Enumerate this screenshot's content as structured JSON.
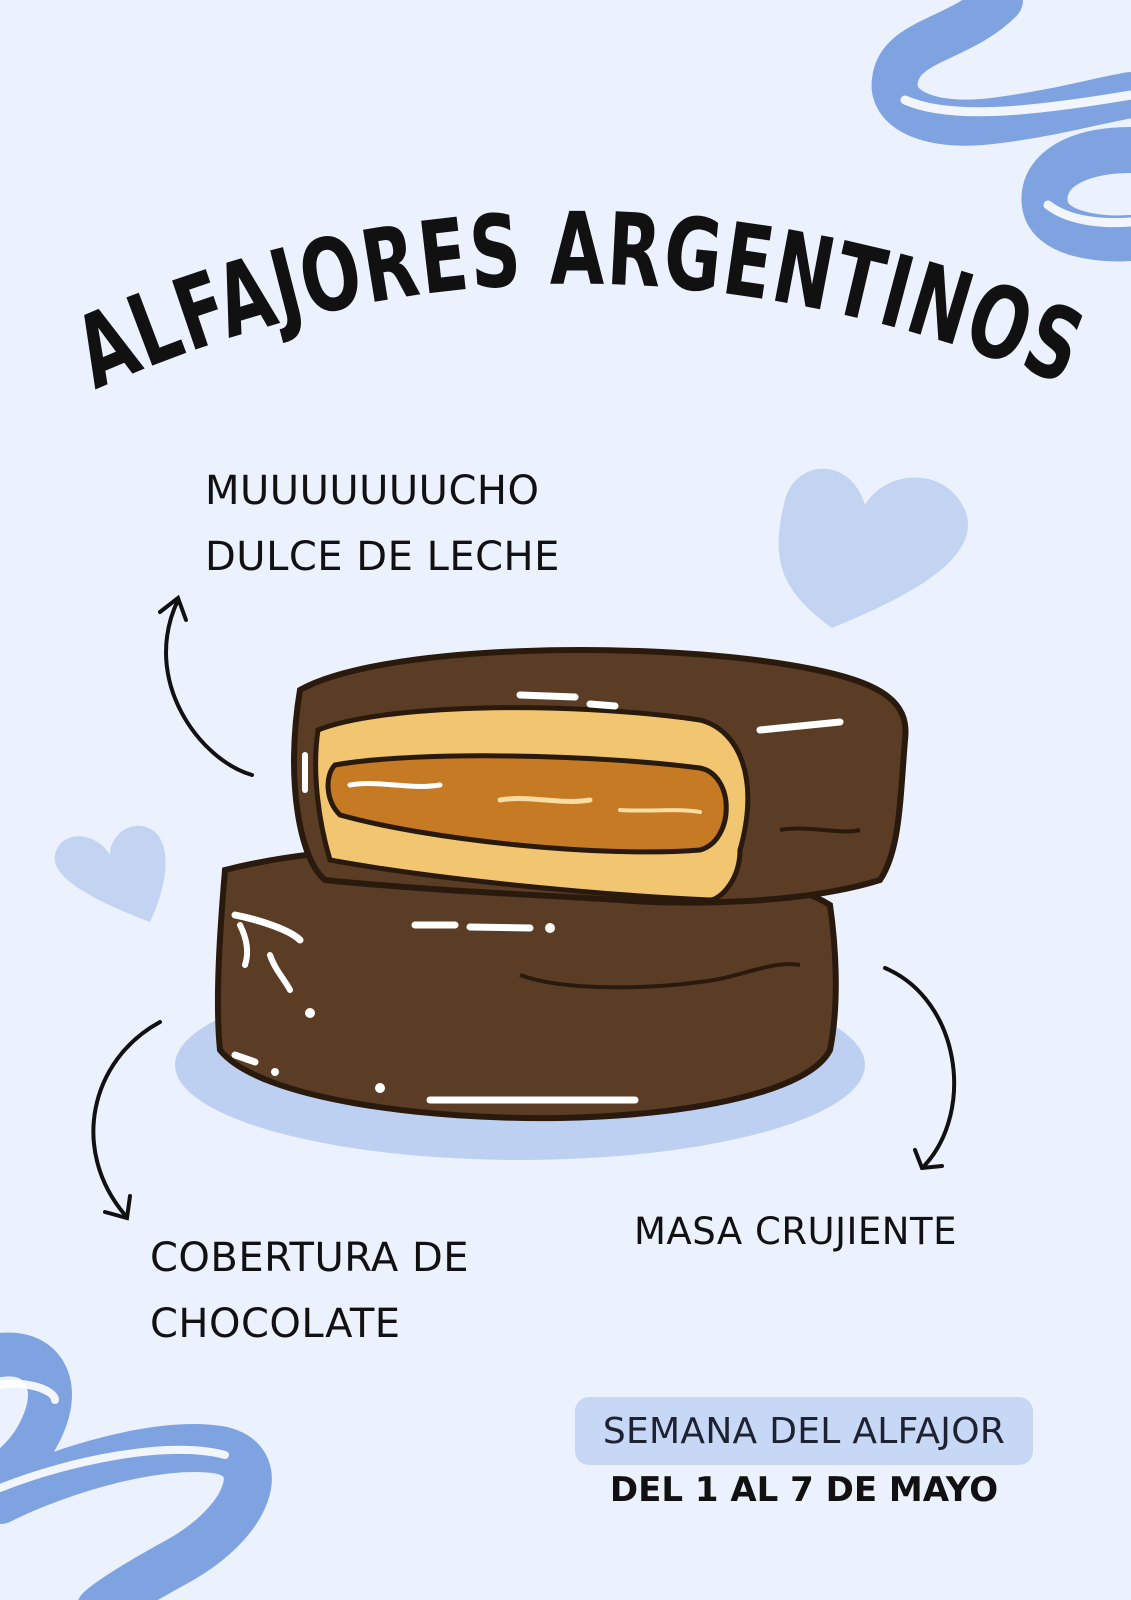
{
  "title": "ALFAJORES ARGENTINOS",
  "labels": {
    "dulce": [
      "MUUUUUUUCHO",
      "DULCE DE LECHE"
    ],
    "cobertura": [
      "COBERTURA DE",
      "CHOCOLATE"
    ],
    "masa": "MASA CRUJIENTE"
  },
  "event": {
    "name": "SEMANA DEL ALFAJOR",
    "dates": "DEL 1 AL 7 DE MAYO"
  },
  "colors": {
    "background": "#ebf1fd",
    "ribbon": "#7fa3e0",
    "heart": "#c3d4f2",
    "chocolate": "#5b3d26",
    "cookie": "#f2c570",
    "dulce_de_leche": "#c67a24",
    "pill": "#c7d7f6"
  },
  "icons": [
    "ribbon-icon",
    "heart-icon",
    "arrow-icon",
    "alfajor-illustration"
  ]
}
